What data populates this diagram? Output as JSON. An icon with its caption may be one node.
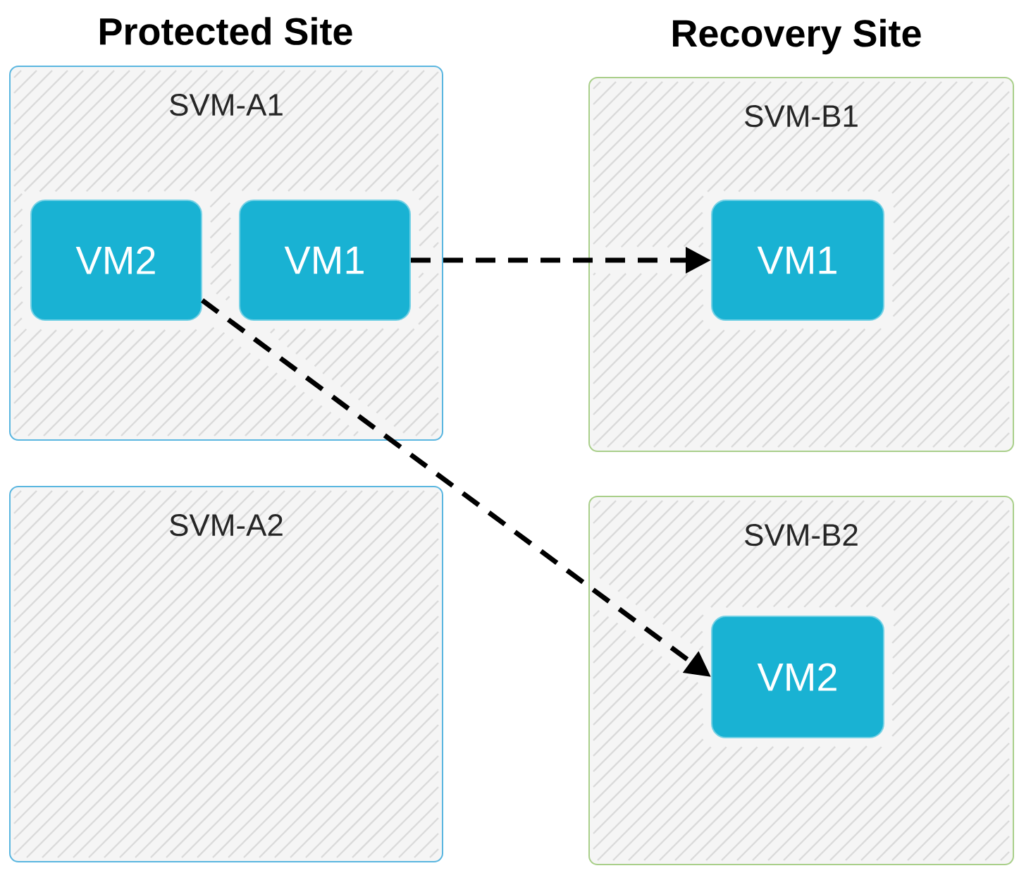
{
  "diagram": {
    "nodes": [
      {
        "text": [
          "SVM-A1"
        ]
      },
      {
        "text": [
          "VM2"
        ],
        "in": 0
      },
      {
        "text": [
          "VM1"
        ],
        "in": 0
      },
      {
        "text": [
          "SVM-A2"
        ]
      },
      {
        "text": [
          "SVM-B1"
        ]
      },
      {
        "text": [
          "VM1"
        ],
        "in": 4
      },
      {
        "text": [
          "SVM-B2"
        ]
      },
      {
        "text": [
          "VM2"
        ],
        "in": 6
      }
    ],
    "edges": [
      {
        "from": 2,
        "to": 5,
        "arrow": "to",
        "style": "dashed"
      },
      {
        "from": 1,
        "to": 7,
        "arrow": "to",
        "style": "dashed"
      }
    ],
    "labels": [
      "Protected Site",
      "Recovery Site"
    ]
  }
}
